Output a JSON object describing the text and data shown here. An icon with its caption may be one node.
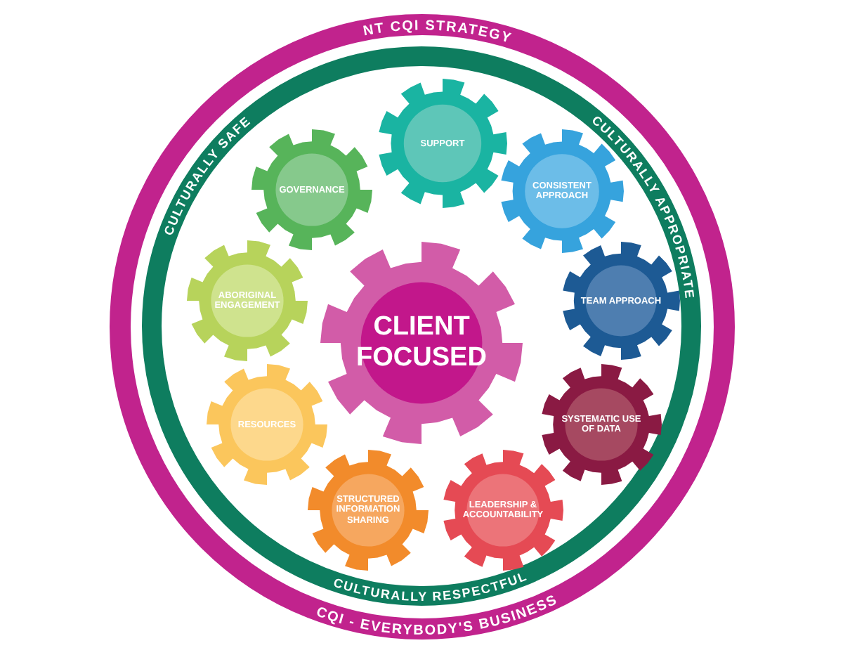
{
  "diagram": {
    "nodes": [
      {
        "text": [
          "NT CQI STRATEGY",
          "CQI - EVERYBODY'S BUSINESS"
        ]
      },
      {
        "text": [
          "CULTURALLY SAFE",
          "CULTURALLY APPROPRIATE",
          "CULTURALLY RESPECTFUL"
        ],
        "in": 0
      },
      {
        "text": [
          "SUPPORT"
        ],
        "in": 1
      },
      {
        "text": [
          "GOVERNANCE"
        ],
        "in": 1
      },
      {
        "text": [
          "CONSISTENT APPROACH"
        ],
        "in": 1
      },
      {
        "text": [
          "CLIENT FOCUSED"
        ],
        "in": 1
      },
      {
        "text": [
          "ABORIGINAL ENGAGEMENT"
        ],
        "in": 1
      },
      {
        "text": [
          "TEAM APPROACH"
        ],
        "in": 1
      },
      {
        "text": [
          "RESOURCES"
        ],
        "in": 1
      },
      {
        "text": [
          "SYSTEMATIC USE OF DATA"
        ],
        "in": 1
      },
      {
        "text": [
          "STRUCTURED INFORMATION SHARING"
        ],
        "in": 1
      },
      {
        "text": [
          "LEADERSHIP & ACCOUNTABILITY"
        ],
        "in": 1
      }
    ],
    "edges": []
  }
}
